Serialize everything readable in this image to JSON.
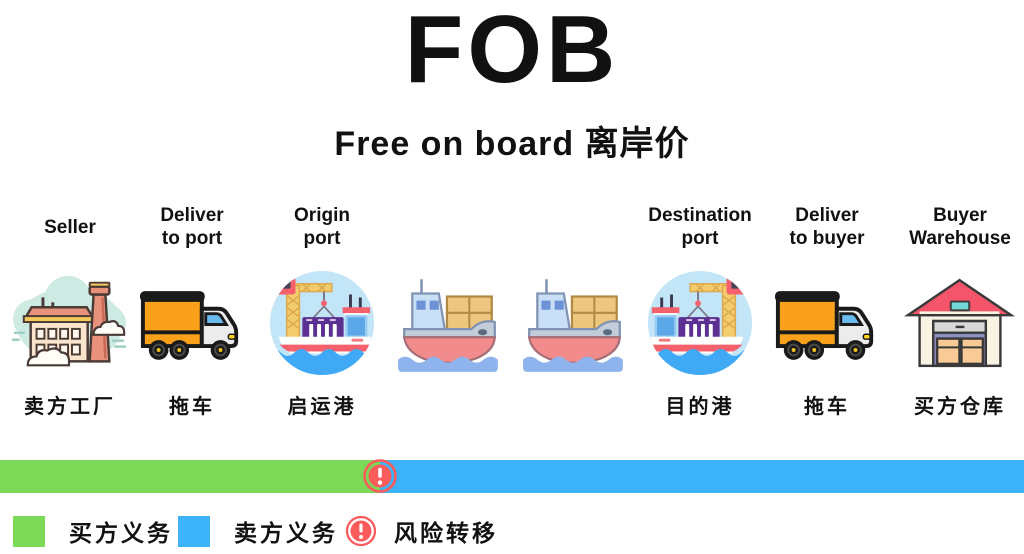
{
  "header": {
    "title": "FOB",
    "subtitle": "Free on board 离岸价"
  },
  "stages": [
    {
      "label": "Seller",
      "icon": "factory-icon",
      "caption": "卖方工厂"
    },
    {
      "label": "Deliver\nto port",
      "icon": "truck-icon",
      "caption": "拖车"
    },
    {
      "label": "Origin\nport",
      "icon": "origin-port-icon",
      "caption": "启运港"
    },
    {
      "label": "",
      "icon": "cargo-ship-icon",
      "caption": ""
    },
    {
      "label": "",
      "icon": "cargo-ship-icon",
      "caption": ""
    },
    {
      "label": "Destination\nport",
      "icon": "destination-port-icon",
      "caption": "目的港"
    },
    {
      "label": "Deliver\nto buyer",
      "icon": "truck-icon",
      "caption": "拖车"
    },
    {
      "label": "Buyer\nWarehouse",
      "icon": "warehouse-icon",
      "caption": "买方仓库"
    }
  ],
  "risk_bar": {
    "left_segment_color": "#7CD957",
    "right_segment_color": "#3DB3FA",
    "transition_x_percent": 37.1,
    "risk_icon": "exclamation-icon",
    "risk_icon_color": "#FB5B5B"
  },
  "legend": [
    {
      "swatch_color": "#7CD957",
      "label": "买方义务"
    },
    {
      "swatch_color": "#3DB3FA",
      "label": "卖方义务"
    },
    {
      "icon": "exclamation-icon",
      "icon_color": "#FB5B5B",
      "label": "风险转移"
    }
  ]
}
